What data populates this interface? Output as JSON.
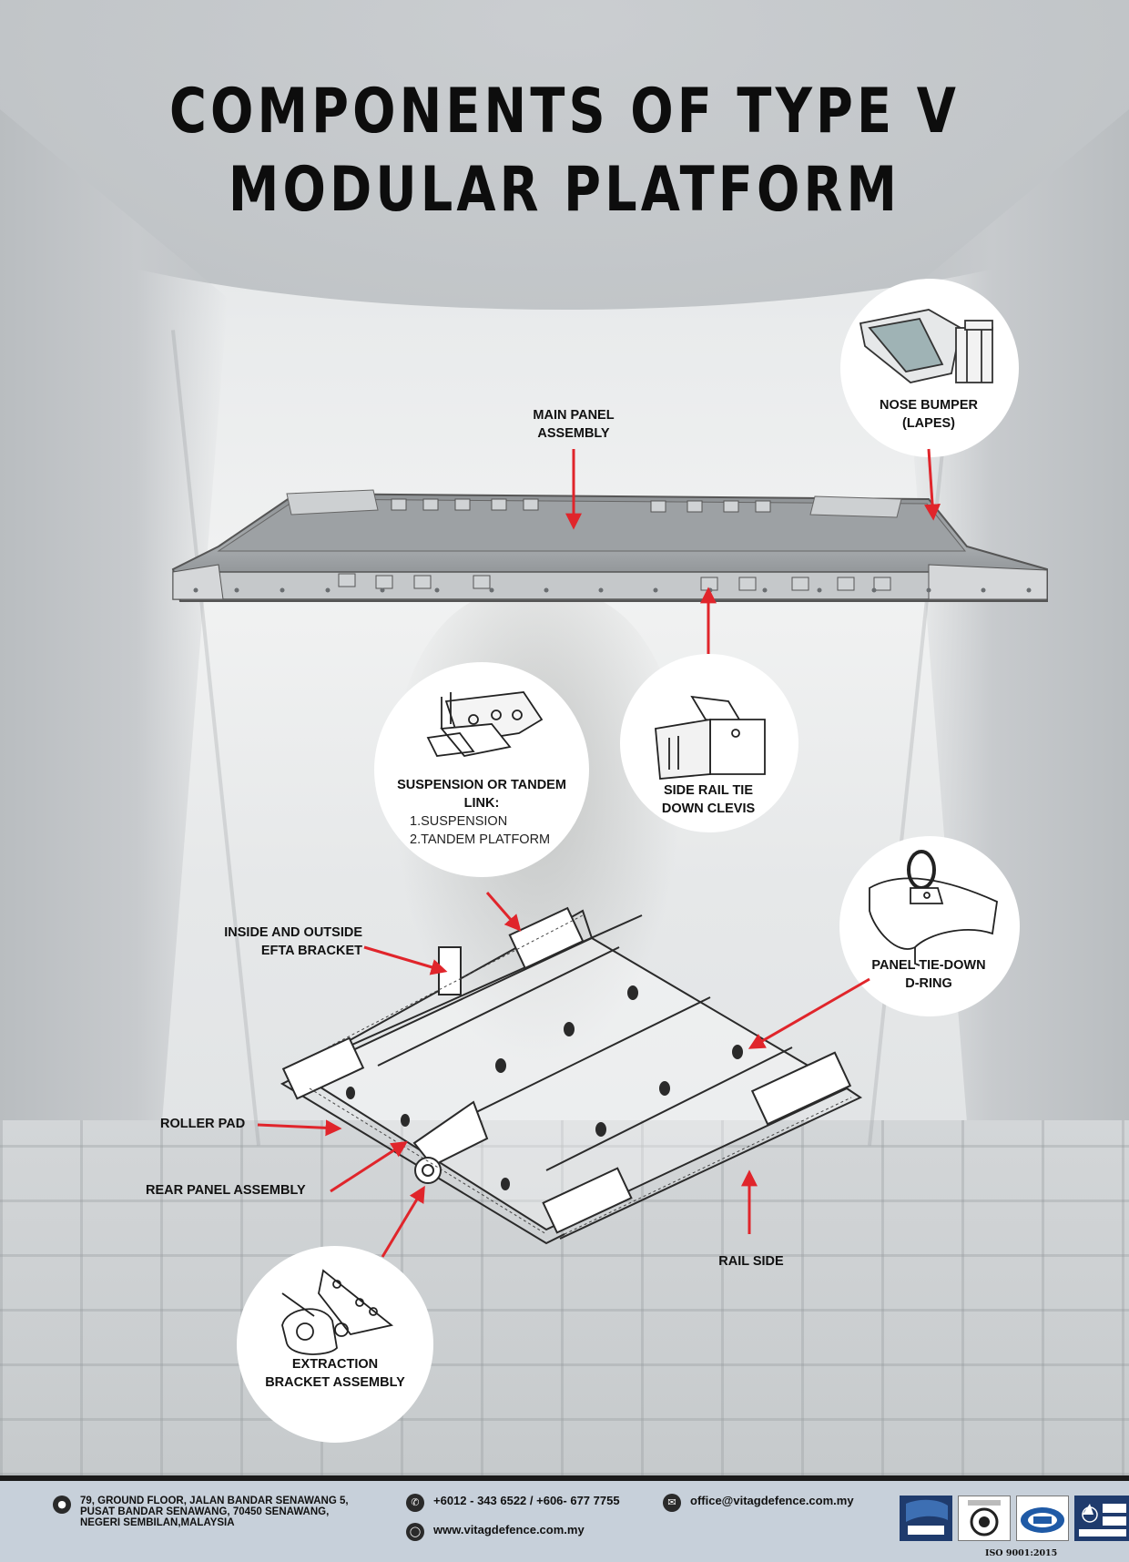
{
  "title": {
    "line1": "COMPONENTS OF TYPE V",
    "line2": "MODULAR PLATFORM"
  },
  "labels": {
    "main_panel": "MAIN PANEL\nASSEMBLY",
    "nose_bumper": "NOSE BUMPER\n(LAPES)",
    "suspension_link": "SUSPENSION OR TANDEM\nLINK:",
    "suspension_items": [
      "1.SUSPENSION",
      "2.TANDEM PLATFORM"
    ],
    "side_rail_clevis": "SIDE RAIL TIE\nDOWN CLEVIS",
    "efta_bracket": "INSIDE AND OUTSIDE\nEFTA BRACKET",
    "panel_dring": "PANEL TIE-DOWN\nD-RING",
    "roller_pad": "ROLLER PAD",
    "rear_panel": "REAR PANEL ASSEMBLY",
    "rail_side": "RAIL SIDE",
    "extraction_bracket": "EXTRACTION\nBRACKET ASSEMBLY"
  },
  "footer": {
    "address": "79, GROUND FLOOR, JALAN BANDAR SENAWANG 5,\nPUSAT BANDAR SENAWANG, 70450 SENAWANG,\nNEGERI SEMBILAN,MALAYSIA",
    "phone": "+6012 - 343 6522 / +606- 677 7755",
    "website": "www.vitagdefence.com.my",
    "email": "office@vitagdefence.com.my",
    "iso_text": "ISO 9001:2015",
    "icons": {
      "address": "location-pin-icon",
      "phone": "phone-icon",
      "website": "globe-icon",
      "email": "mail-icon"
    },
    "logos": [
      "iso-9001-intercert-logo",
      "dsm-accreditation-logo",
      "iaf-logo",
      "nato-otan-ncage-logo"
    ]
  },
  "colors": {
    "arrow": "#e0252b",
    "title": "#0d0d0d",
    "footer_bg": "#c7d0da",
    "footer_border": "#1a1a1a"
  }
}
